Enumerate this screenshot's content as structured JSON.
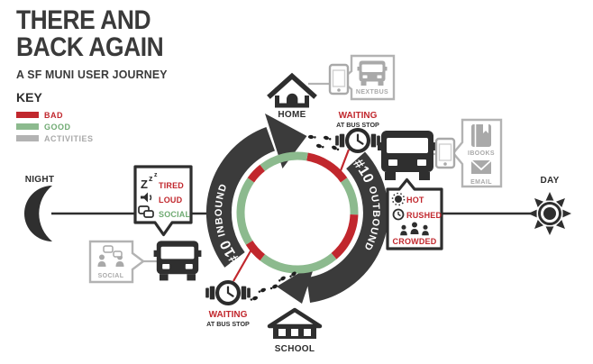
{
  "header": {
    "title_line1": "THERE AND",
    "title_line2": "BACK AGAIN",
    "subtitle": "A SF MUNI USER JOURNEY"
  },
  "key": {
    "title": "KEY",
    "items": [
      {
        "label": "BAD",
        "status": "bad"
      },
      {
        "label": "GOOD",
        "status": "good"
      },
      {
        "label": "ACTIVITIES",
        "status": "activity"
      }
    ]
  },
  "colors": {
    "bad": "#c1272d",
    "good": "#8cba8e",
    "activity": "#b3b3b3",
    "dark": "#3b3b3b",
    "gray": "#a9a9a9"
  },
  "timeline": {
    "night_label": "NIGHT",
    "day_label": "DAY"
  },
  "places": {
    "home_label": "HOME",
    "school_label": "SCHOOL"
  },
  "route": {
    "number": "#10",
    "inbound_label": "INBOUND",
    "outbound_label": "OUTBOUND"
  },
  "waiting_top": {
    "title": "WAITING",
    "subtitle": "AT BUS STOP"
  },
  "waiting_bottom": {
    "title": "WAITING",
    "subtitle": "AT BUS STOP"
  },
  "activities": {
    "nextbus_label": "NEXTBUS",
    "ibooks_label": "IBOOKS",
    "email_label": "EMAIL",
    "social_label": "SOCIAL"
  },
  "inbound_sign": {
    "sleep_glyphs": [
      "Z",
      "z",
      "z"
    ],
    "items": [
      {
        "label": "TIRED",
        "status": "bad"
      },
      {
        "label": "LOUD",
        "status": "bad"
      },
      {
        "label": "SOCIAL",
        "status": "good"
      }
    ]
  },
  "outbound_sign": {
    "items": [
      {
        "label": "HOT",
        "status": "bad"
      },
      {
        "label": "RUSHED",
        "status": "bad"
      },
      {
        "label": "CROWDED",
        "status": "bad"
      }
    ]
  },
  "ring": {
    "segments": [
      {
        "from": 10,
        "to": 55,
        "status": "bad"
      },
      {
        "from": 55,
        "to": 92,
        "status": "good"
      },
      {
        "from": 92,
        "to": 140,
        "status": "bad"
      },
      {
        "from": 140,
        "to": 218,
        "status": "good"
      },
      {
        "from": 218,
        "to": 238,
        "status": "bad"
      },
      {
        "from": 238,
        "to": 305,
        "status": "good"
      },
      {
        "from": 305,
        "to": 322,
        "status": "bad"
      },
      {
        "from": 322,
        "to": 370,
        "status": "good"
      }
    ]
  }
}
